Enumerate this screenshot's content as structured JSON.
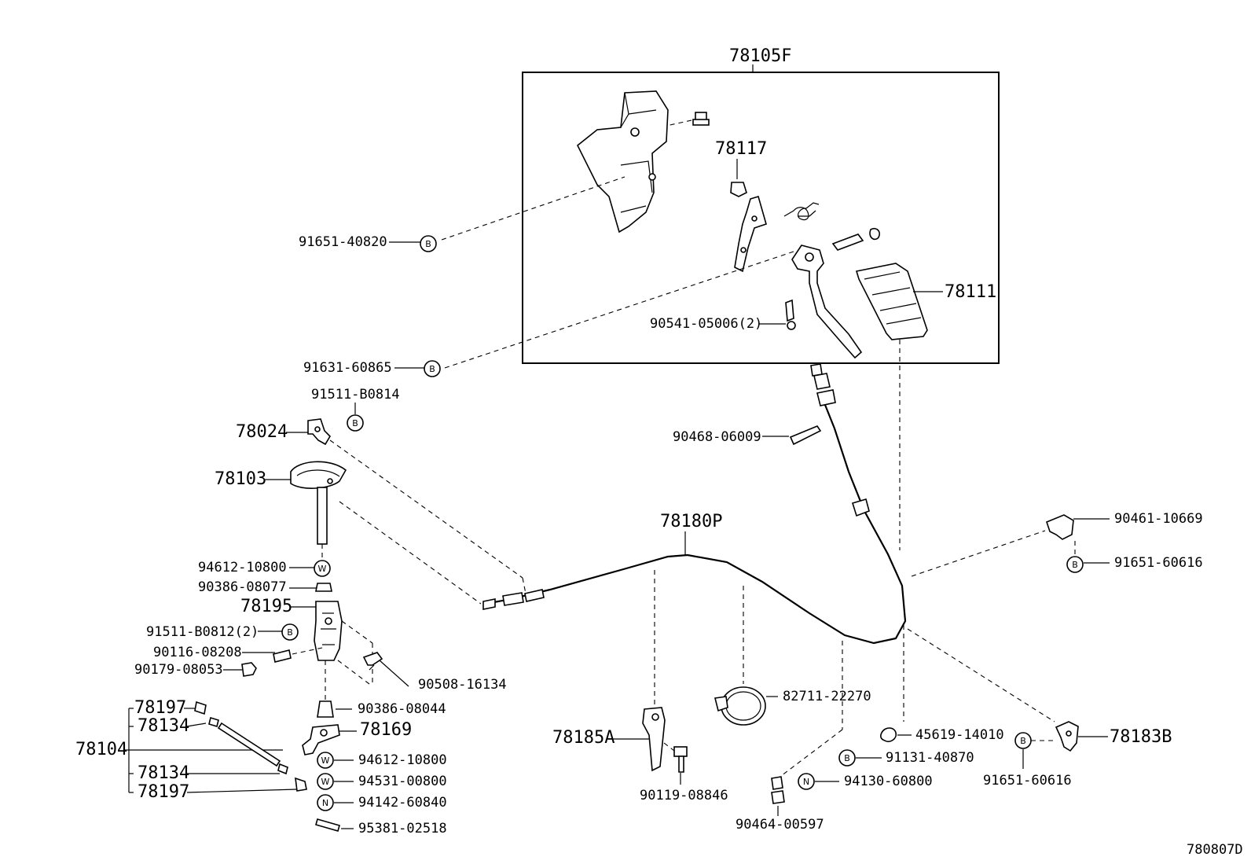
{
  "diagram": {
    "figure_code": "780807D",
    "assembly_title": "78105F",
    "labels": {
      "p91651_40820": "91651-40820",
      "p78117": "78117",
      "p78111": "78111",
      "p90541_05006": "90541-05006(2)",
      "p91631_60865": "91631-60865",
      "p91511_B0814": "91511-B0814",
      "p78024": "78024",
      "p78103": "78103",
      "p90468_06009": "90468-06009",
      "p78180P": "78180P",
      "p90461_10669": "90461-10669",
      "p91651_60616_a": "91651-60616",
      "p94612_10800_a": "94612-10800",
      "p90386_08077": "90386-08077",
      "p78195": "78195",
      "p91511_B0812": "91511-B0812(2)",
      "p90116_08208": "90116-08208",
      "p90179_08053": "90179-08053",
      "p90508_16134": "90508-16134",
      "p78197_a": "78197",
      "p78134_a": "78134",
      "p78104": "78104",
      "p78134_b": "78134",
      "p78197_b": "78197",
      "p90386_08044": "90386-08044",
      "p78169": "78169",
      "p94612_10800_b": "94612-10800",
      "p94531_00800": "94531-00800",
      "p94142_60840": "94142-60840",
      "p95381_02518": "95381-02518",
      "p78185A": "78185A",
      "p90119_08846": "90119-08846",
      "p82711_22270": "82711-22270",
      "p90464_00597": "90464-00597",
      "p45619_14010": "45619-14010",
      "p91131_40870": "91131-40870",
      "p94130_60800": "94130-60800",
      "p91651_60616_b": "91651-60616",
      "p78183B": "78183B"
    },
    "callouts": {
      "bolt": "B",
      "washer": "W",
      "nut": "N"
    }
  }
}
